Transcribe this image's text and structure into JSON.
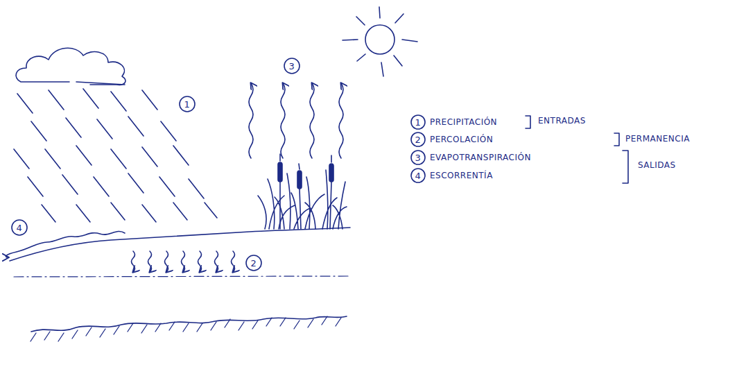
{
  "diagram": {
    "labels": [
      "1",
      "2",
      "3",
      "4",
      "1",
      "PRECIPITACIÓN",
      "2",
      "PERCOLACIÓN",
      "3",
      "EVAPOTRANSPIRACIÓN",
      "4",
      "ESCORRENTÍA",
      "ENTRADAS",
      "PERMANENCIA",
      "SALIDAS"
    ]
  }
}
